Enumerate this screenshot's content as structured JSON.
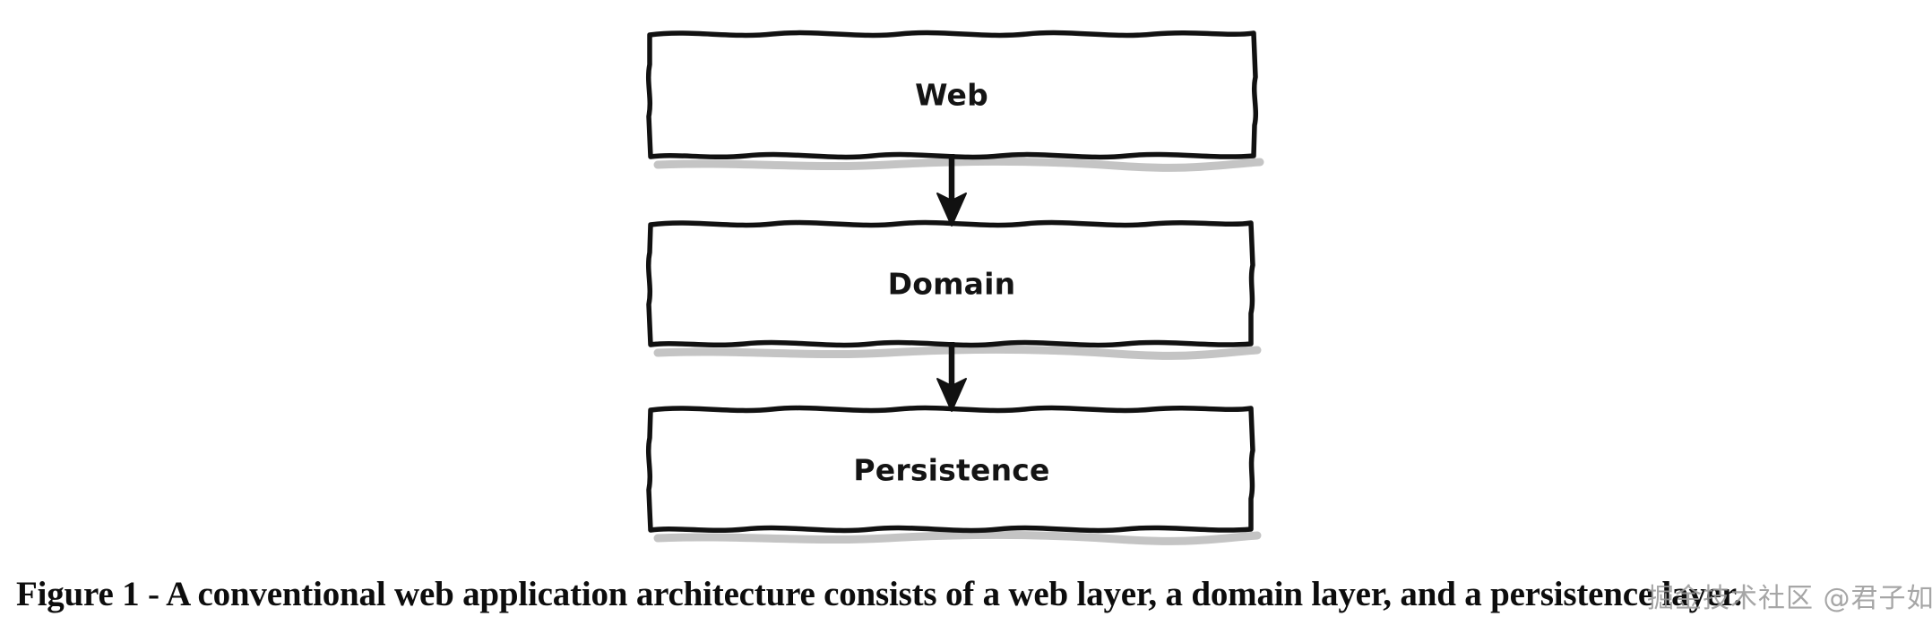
{
  "diagram": {
    "title": "Conventional web application architecture",
    "style": "hand-drawn-boxes-with-arrows",
    "colors": {
      "stroke": "#111111",
      "fill": "#ffffff",
      "shadow": "#bfbfbf",
      "text": "#141414",
      "caption": "#0d0d0d",
      "watermark": "#9a9a9a",
      "background": "#ffffff"
    },
    "boxes": [
      {
        "id": "web",
        "label": "Web"
      },
      {
        "id": "domain",
        "label": "Domain"
      },
      {
        "id": "persistence",
        "label": "Persistence"
      }
    ],
    "arrows": [
      {
        "from": "web",
        "to": "domain"
      },
      {
        "from": "domain",
        "to": "persistence"
      }
    ]
  },
  "caption": {
    "text": "Figure 1 - A conventional web application architecture consists of a web layer, a domain layer, and a persistence layer."
  },
  "watermark": {
    "text": "掘金技术社区 @君子如兰"
  }
}
